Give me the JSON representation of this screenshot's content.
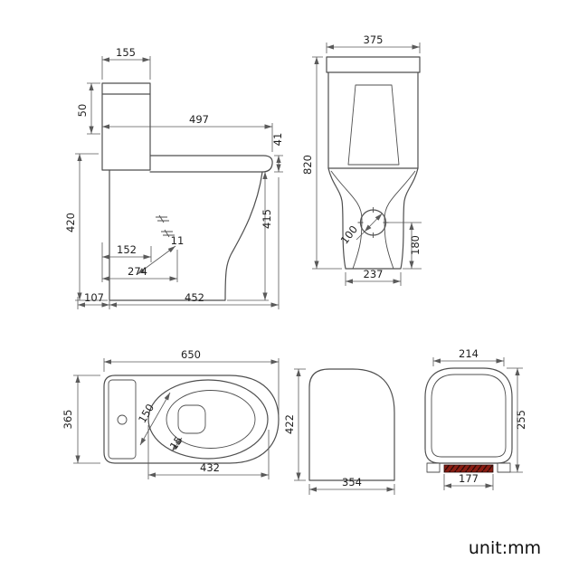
{
  "unit_label": "unit:mm",
  "colors": {
    "line": "#4f4f4f",
    "seat_hinge_accent": "#8a1c12"
  },
  "side_elevation": {
    "cistern_width": "155",
    "lid_height": "50",
    "seat_depth": "497",
    "seat_thickness": "41",
    "seat_height": "420",
    "rim_height": "415",
    "trap_setback": "152",
    "trap_gap": "11",
    "outlet_setback": "274",
    "rear_offset": "107",
    "base_depth": "452"
  },
  "front_elevation": {
    "cistern_width": "375",
    "overall_height": "820",
    "outlet_diameter": "100",
    "outlet_height": "180",
    "base_width": "237"
  },
  "plan_view": {
    "overall_depth": "650",
    "overall_width": "365",
    "bowl_width": "150",
    "rim_inset": "15",
    "bowl_depth": "432"
  },
  "cistern_profile": {
    "height": "422",
    "depth": "354"
  },
  "seat_plan": {
    "lid_width": "214",
    "lid_depth": "255",
    "hinge_span": "177"
  }
}
